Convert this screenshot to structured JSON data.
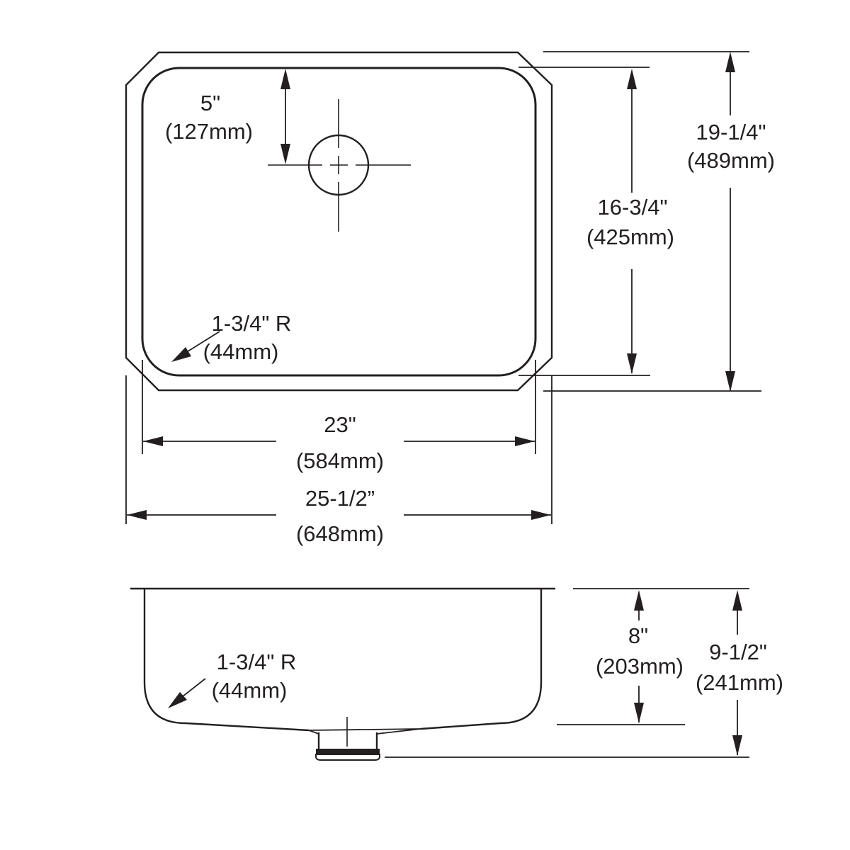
{
  "drawing": {
    "background": "#ffffff",
    "line_color": "#231f20",
    "views": {
      "top": {
        "title": "sink plan view",
        "dims": {
          "faucet_offset": {
            "inches": "5\"",
            "metric": "(127mm)"
          },
          "corner_radius": {
            "inches": "1-3/4\" R",
            "metric": "(44mm)"
          },
          "inner_width": {
            "inches": "23\"",
            "metric": "(584mm)"
          },
          "overall_width": {
            "inches": "25-1/2”",
            "metric": "(648mm)"
          },
          "inner_depth": {
            "inches": "16-3/4\"",
            "metric": "(425mm)"
          },
          "overall_depth": {
            "inches": "19-1/4\"",
            "metric": "(489mm)"
          }
        }
      },
      "side": {
        "title": "sink side section view",
        "dims": {
          "corner_radius": {
            "inches": "1-3/4\" R",
            "metric": "(44mm)"
          },
          "bowl_depth": {
            "inches": "8\"",
            "metric": "(203mm)"
          },
          "overall_height": {
            "inches": "9-1/2\"",
            "metric": "(241mm)"
          }
        }
      }
    }
  }
}
